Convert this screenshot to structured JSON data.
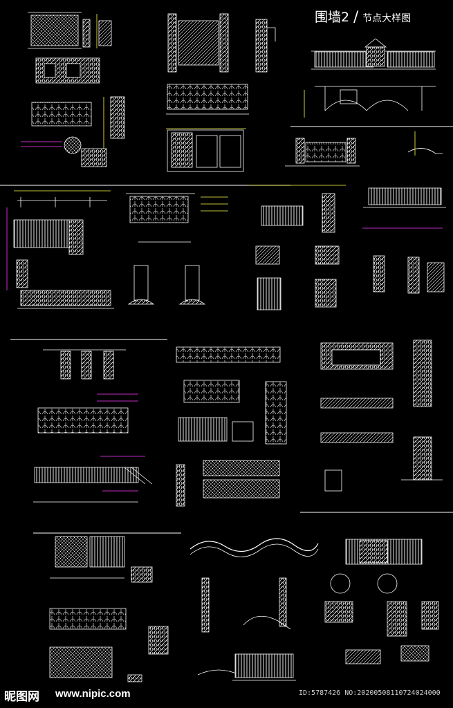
{
  "header": {
    "title_main": "围墙2",
    "title_slash": "/",
    "title_sub": "节点大样图"
  },
  "watermark": {
    "logo_text": "昵图网",
    "url": "www.nipic.com",
    "id_text": "ID:5787426 NO:20200508110724024000"
  },
  "colors": {
    "background": "#000000",
    "line_white": "#ffffff",
    "line_magenta": "#ff3cff",
    "line_yellow": "#ffff4d",
    "line_cyan": "#35d4ff"
  }
}
